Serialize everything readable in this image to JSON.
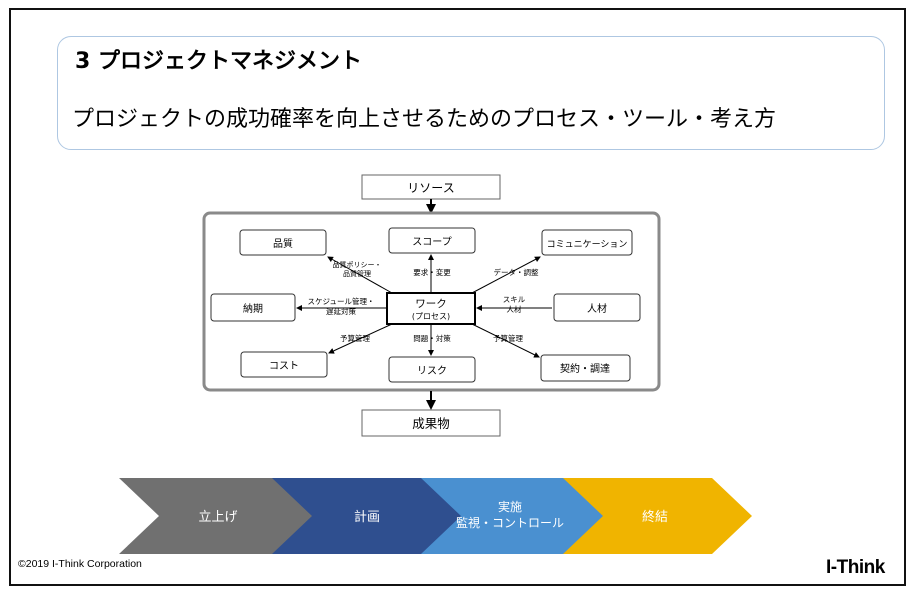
{
  "slide": {
    "title": "3 プロジェクトマネジメント",
    "subtitle": "プロジェクトの成功確率を向上させるためのプロセス・ツール・考え方"
  },
  "diagram": {
    "input": "リソース",
    "output": "成果物",
    "center": {
      "title": "ワーク",
      "sub": "(プロセス)"
    },
    "nodes": {
      "quality": "品質",
      "scope": "スコープ",
      "communication": "コミュニケーション",
      "delivery": "納期",
      "hr": "人材",
      "cost": "コスト",
      "risk": "リスク",
      "procurement": "契約・調達"
    },
    "labels": {
      "quality_1": "品質ポリシー・",
      "quality_2": "品質管理",
      "scope": "要求・変更",
      "communication": "データ・調整",
      "delivery_1": "スケジュール管理・",
      "delivery_2": "遅延対策",
      "hr_1": "スキル",
      "hr_2": "人材",
      "cost": "予算管理",
      "risk": "問題・対策",
      "procurement": "予算管理"
    }
  },
  "phases": {
    "launch": "立上げ",
    "plan": "計画",
    "exec_1": "実施",
    "exec_2": "監視・コントロール",
    "close": "終結",
    "colors": [
      "#707070",
      "#2f4f8f",
      "#4a90d0",
      "#f0b400"
    ]
  },
  "footer": {
    "copyright": "©2019 I-Think Corporation",
    "logo": "I-Think"
  }
}
